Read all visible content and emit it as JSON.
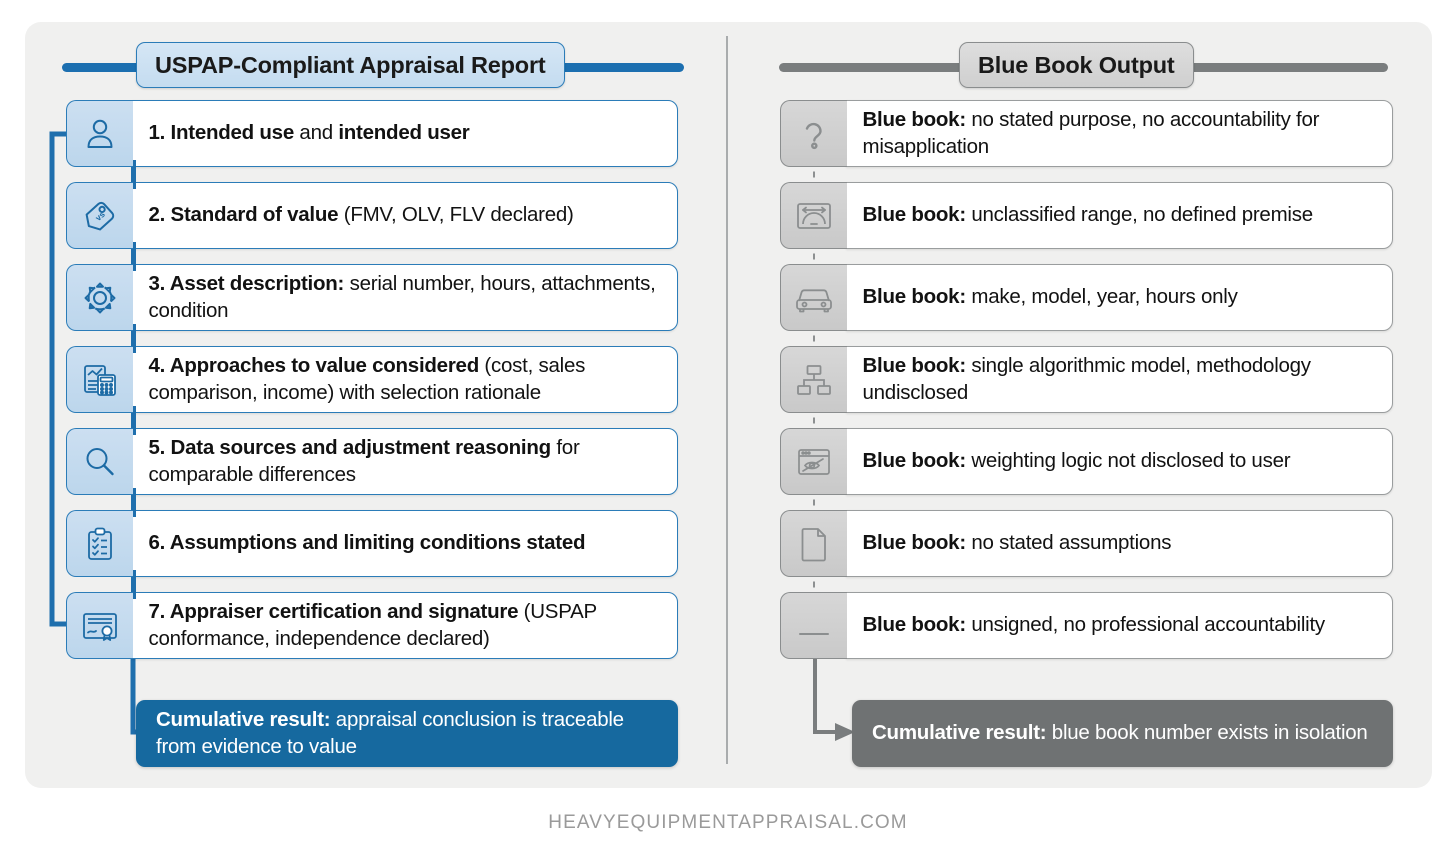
{
  "footer": {
    "text": "HEAVYEQUIPMENTAPPRAISAL.COM"
  },
  "colors": {
    "blue_accent": "#1c6fb0",
    "blue_border": "#2b7cb8",
    "blue_result": "#16699f",
    "grey_accent": "#7a7d7e",
    "grey_border": "#8a8d8e",
    "grey_result": "#6f7273",
    "canvas": "#f0f0ef"
  },
  "left": {
    "title": "USPAP-Compliant Appraisal Report",
    "items": [
      {
        "icon": "person-icon",
        "bold": "1. Intended use",
        "rest": " and ",
        "bold2": "intended user",
        "rest2": ""
      },
      {
        "icon": "price-tag-vs-icon",
        "bold": "2. Standard of value",
        "rest": " (FMV, OLV, FLV declared)"
      },
      {
        "icon": "gear-icon",
        "bold": "3. Asset description:",
        "rest": " serial number, hours, attachments, condition"
      },
      {
        "icon": "chart-calculator-icon",
        "bold": "4. Approaches to value considered",
        "rest": " (cost, sales comparison, income) with selection rationale"
      },
      {
        "icon": "magnifier-icon",
        "bold": "5. Data sources and adjustment reasoning",
        "rest": " for comparable differences"
      },
      {
        "icon": "clipboard-check-icon",
        "bold": "6. Assumptions and limiting conditions stated",
        "rest": ""
      },
      {
        "icon": "certificate-icon",
        "bold": "7. Appraiser certification and signature",
        "rest": " (USPAP conformance, independence declared)"
      }
    ],
    "result_bold": "Cumulative result:",
    "result_rest": " appraisal conclusion is traceable from evidence to value"
  },
  "right": {
    "title": "Blue Book Output",
    "items": [
      {
        "icon": "question-mark-icon",
        "bold": "Blue book:",
        "rest": " no stated purpose, no accountability for misapplication"
      },
      {
        "icon": "gauge-range-icon",
        "bold": "Blue book:",
        "rest": " unclassified range, no defined premise"
      },
      {
        "icon": "car-icon",
        "bold": "Blue book:",
        "rest": " make, model, year, hours only"
      },
      {
        "icon": "hierarchy-icon",
        "bold": "Blue book:",
        "rest": " single algorithmic model, methodology undisclosed"
      },
      {
        "icon": "hidden-window-icon",
        "bold": "Blue book:",
        "rest": " weighting logic not disclosed to user"
      },
      {
        "icon": "blank-document-icon",
        "bold": "Blue book:",
        "rest": " no stated assumptions"
      },
      {
        "icon": "blank-line-icon",
        "bold": "Blue book:",
        "rest": " unsigned, no professional accountability"
      }
    ],
    "result_bold": "Cumulative result:",
    "result_rest": " blue book number exists in isolation"
  }
}
